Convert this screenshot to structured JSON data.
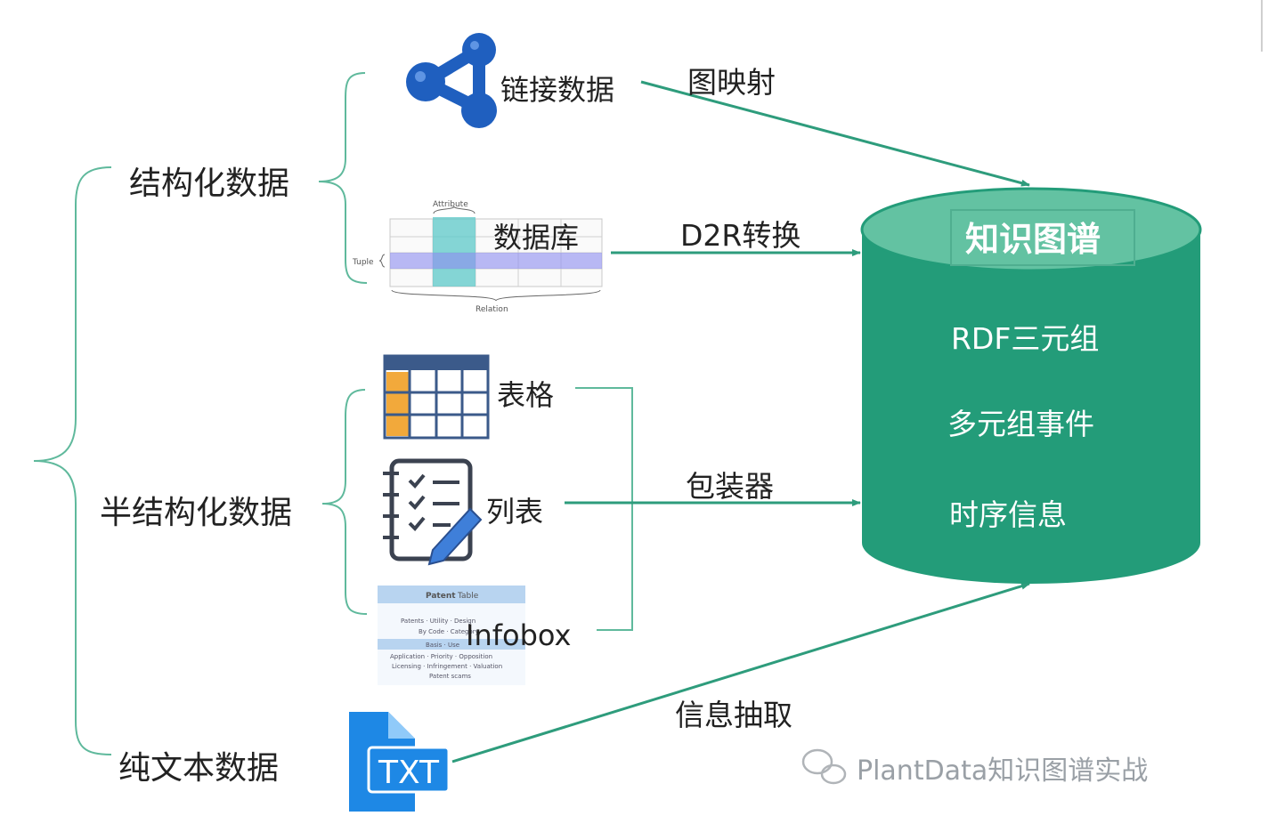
{
  "categories": {
    "structured": "结构化数据",
    "semi_structured": "半结构化数据",
    "plain_text": "纯文本数据"
  },
  "sources": {
    "linked_data": "链接数据",
    "database": "数据库",
    "table": "表格",
    "list": "列表",
    "infobox": "Infobox",
    "txt_icon_label": "TXT"
  },
  "db_thumb": {
    "attribute": "Attribute",
    "tuple": "Tuple",
    "relation": "Relation"
  },
  "infobox_thumb": {
    "title": "Patent",
    "title_suffix": "Table",
    "lines": [
      "Patents · Utility · Design",
      "By Code · Category",
      "Basis · Use",
      "Application · Priority · Opposition",
      "Licensing · Infringement · Valuation",
      "Patent scams"
    ]
  },
  "methods": {
    "graph_mapping": "图映射",
    "d2r": "D2R转换",
    "wrapper": "包装器",
    "extraction": "信息抽取"
  },
  "knowledge_graph": {
    "title": "知识图谱",
    "items": [
      "RDF三元组",
      "多元组事件",
      "时序信息"
    ]
  },
  "watermark": "PlantData知识图谱实战",
  "colors": {
    "cylinder": "#239c79",
    "cylinder_top": "#63c2a2",
    "brace": "#5fb99c",
    "flow": "#2e9c7c",
    "linked_data_icon": "#1f5fbf",
    "txt_icon": "#1e88e5",
    "table_header": "#3b5a8a",
    "table_accent": "#f2a93b"
  }
}
